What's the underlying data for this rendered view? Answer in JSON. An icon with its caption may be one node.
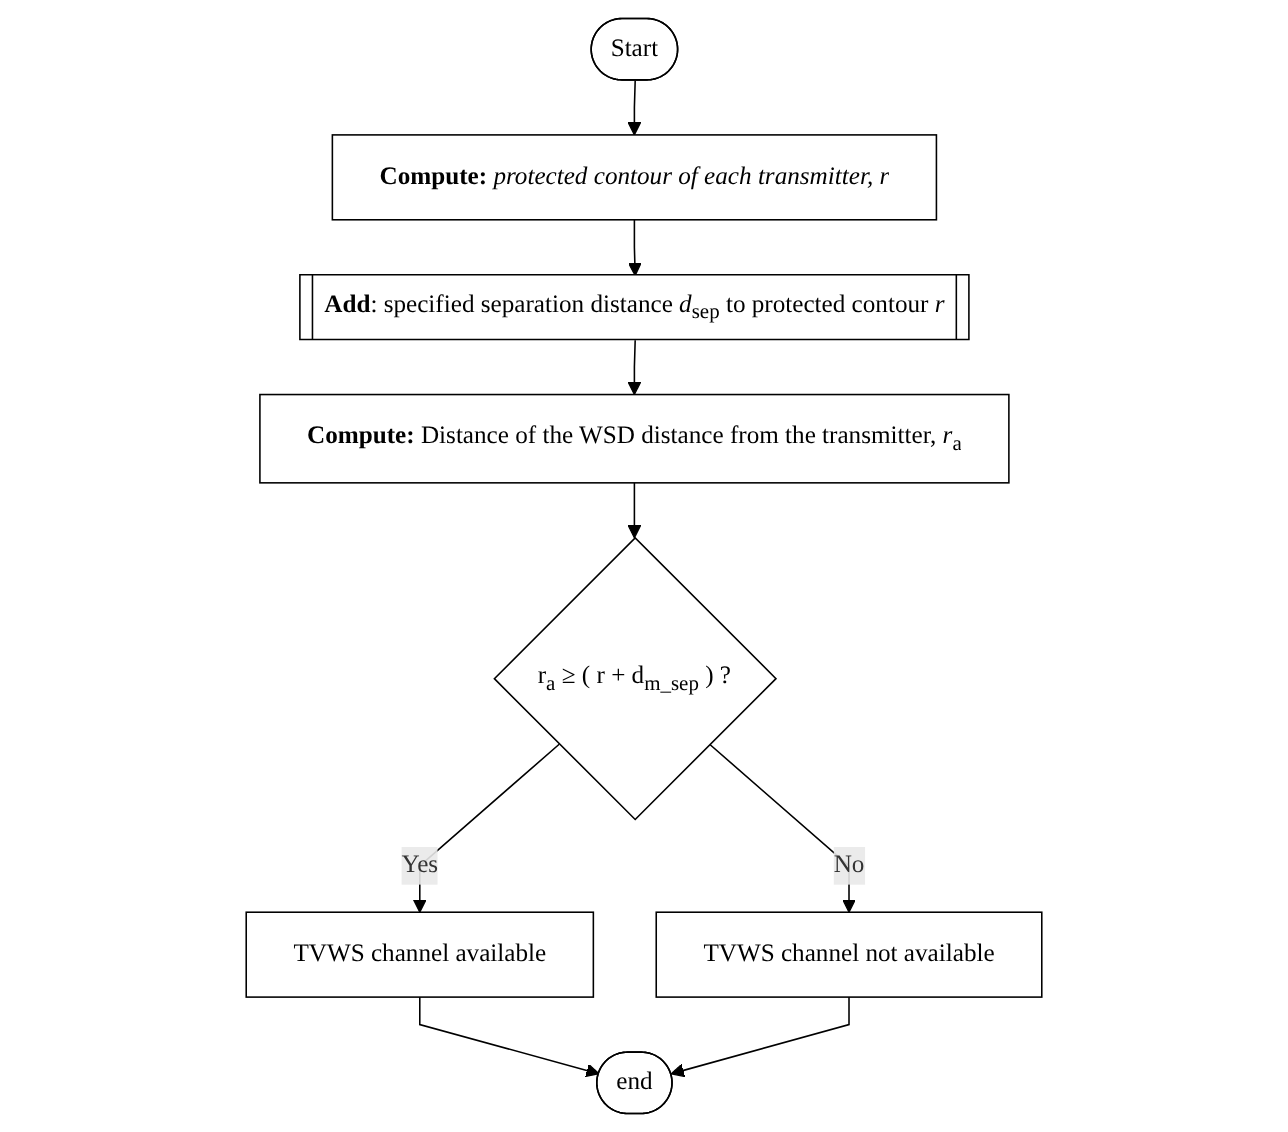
{
  "diagram": {
    "nodes": [
      {
        "text": [
          "Start"
        ]
      },
      {
        "text": [
          "**Compute:** *protected contour of each transmitter, r*"
        ]
      },
      {
        "text": [
          "**Add**: specified separation distance *d*$_{sep}$ to protected contour *r*"
        ]
      },
      {
        "text": [
          "**Compute:** Distance of the WSD distance from the transmitter, *r*$_{a}$"
        ]
      },
      {
        "text": [
          "r$_{a}$ ≥ ( r + d$_{m_sep}$ ) ?"
        ]
      },
      {
        "text": [
          "TVWS channel not available"
        ]
      },
      {
        "text": [
          "TVWS channel available"
        ]
      },
      {
        "text": [
          "end"
        ]
      }
    ],
    "edges": [
      {
        "from": 0,
        "to": 1,
        "arrow": "to"
      },
      {
        "from": 1,
        "to": 2,
        "arrow": "to"
      },
      {
        "from": 2,
        "to": 3,
        "arrow": "to"
      },
      {
        "from": 3,
        "to": 4,
        "arrow": "to"
      },
      {
        "from": 4,
        "to": 5,
        "arrow": "to",
        "label": "No"
      },
      {
        "from": 4,
        "to": 6,
        "arrow": "to",
        "label": "Yes"
      },
      {
        "from": 6,
        "to": 7,
        "arrow": "to"
      },
      {
        "from": 5,
        "to": 7,
        "arrow": "to"
      }
    ]
  }
}
